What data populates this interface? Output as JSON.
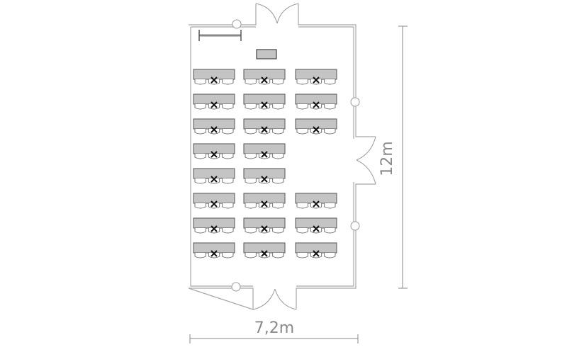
{
  "plan": {
    "width_label": "7,2m",
    "height_label": "12m",
    "tables_per_row": [
      3,
      3,
      3,
      2,
      2,
      3,
      3,
      3
    ],
    "chairs_per_table": 3,
    "colors": {
      "wall": "#a8a8a8",
      "table_fill": "#c4c4c4",
      "table_stroke": "#555555",
      "marker": "#111111",
      "dimension": "#8a8a8a"
    }
  }
}
